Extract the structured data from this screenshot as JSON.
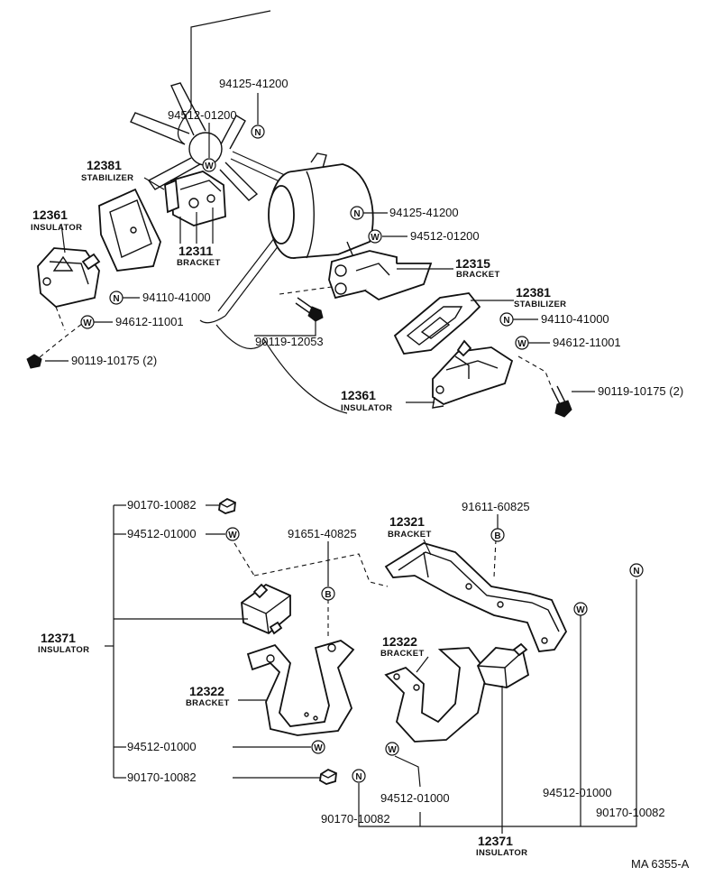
{
  "diagram": {
    "ref_code": "MA 6355-A",
    "symbols": {
      "washer": "W",
      "nut": "N",
      "bolt": "B"
    },
    "upper": {
      "callouts": {
        "c1": "94125-41200",
        "c2": "94512-01200",
        "c3": "94125-41200",
        "c4": "94512-01200",
        "c5": "94110-41000",
        "c6": "94612-11001",
        "c7": "90119-10175 (2)",
        "c8": "90119-12053",
        "c9": "94110-41000",
        "c10": "94612-11001",
        "c11": "90119-10175 (2)"
      },
      "parts": {
        "p12381a_num": "12381",
        "p12381a_name": "STABILIZER",
        "p12361a_num": "12361",
        "p12361a_name": "INSULATOR",
        "p12311_num": "12311",
        "p12311_name": "BRACKET",
        "p12315_num": "12315",
        "p12315_name": "BRACKET",
        "p12381b_num": "12381",
        "p12381b_name": "STABILIZER",
        "p12361b_num": "12361",
        "p12361b_name": "INSULATOR"
      }
    },
    "lower": {
      "callouts": {
        "d1": "90170-10082",
        "d2": "94512-01000",
        "d3": "91651-40825",
        "d4": "91611-60825",
        "d5": "94512-01000",
        "d6": "90170-10082",
        "d7": "94512-01000",
        "d8": "90170-10082",
        "d9": "94512-01000",
        "d10": "90170-10082"
      },
      "parts": {
        "q12321_num": "12321",
        "q12321_name": "BRACKET",
        "q12371a_num": "12371",
        "q12371a_name": "INSULATOR",
        "q12322a_num": "12322",
        "q12322a_name": "BRACKET",
        "q12322b_num": "12322",
        "q12322b_name": "BRACKET",
        "q12371b_num": "12371",
        "q12371b_name": "INSULATOR"
      }
    }
  }
}
